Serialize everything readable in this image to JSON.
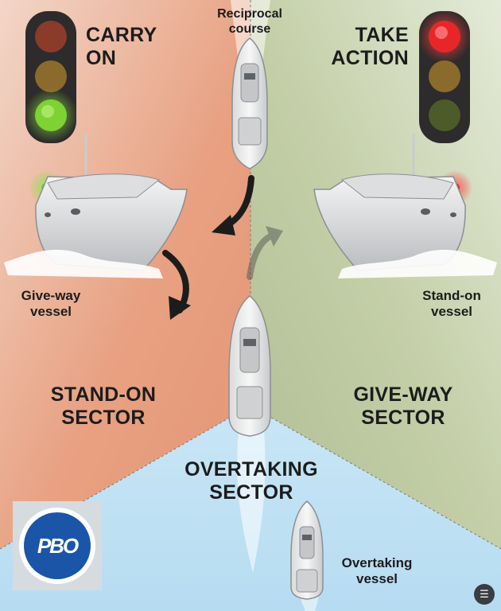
{
  "labels": {
    "reciprocal": [
      "Reciprocal",
      "course"
    ],
    "carry_on": [
      "CARRY",
      "ON"
    ],
    "take_action": [
      "TAKE",
      "ACTION"
    ],
    "give_way_vessel": [
      "Give-way",
      "vessel"
    ],
    "stand_on_vessel": [
      "Stand-on",
      "vessel"
    ],
    "stand_on_sector": [
      "STAND-ON",
      "SECTOR"
    ],
    "give_way_sector": [
      "GIVE-WAY",
      "SECTOR"
    ],
    "overtaking_sector": [
      "OVERTAKING",
      "SECTOR"
    ],
    "overtaking_vessel": [
      "Overtaking",
      "vessel"
    ]
  },
  "logo": "PBO",
  "traffic_lights": {
    "left": {
      "lit": "green"
    },
    "right": {
      "lit": "red"
    }
  },
  "colors": {
    "stand_on_sector": "#e8a182",
    "give_way_sector": "#b8c59e",
    "overtaking_sector": "#bfe0f3",
    "light_red": "#e8262a",
    "light_green": "#7ed232",
    "light_amber": "#b57f2c",
    "logo_blue": "#1b55a8"
  },
  "icons": {
    "corner_button": "chat-icon"
  }
}
